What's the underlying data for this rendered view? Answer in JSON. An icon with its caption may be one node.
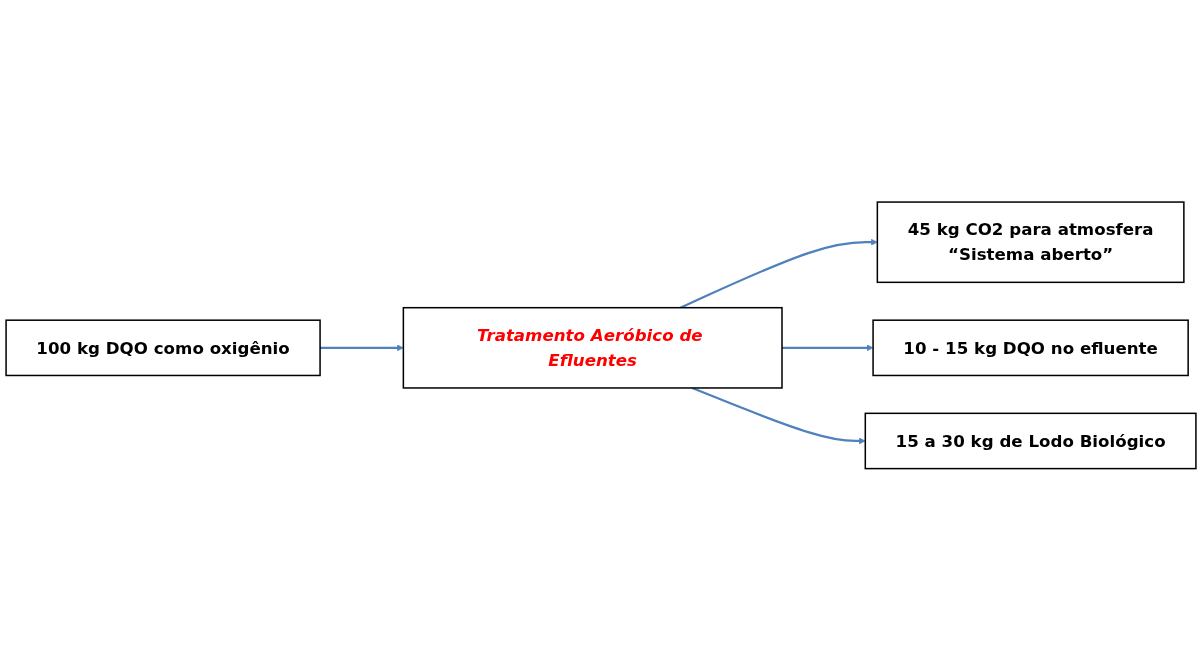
{
  "diagram": {
    "nodes": [
      {
        "text": [
          "100 kg DQO como oxigênio"
        ]
      },
      {
        "text": [
          "Tratamento Aeróbico de Efluentes"
        ]
      },
      {
        "text": [
          "45 kg CO2 para atmosfera",
          "“Sistema aberto”"
        ]
      },
      {
        "text": [
          "10 - 15 kg DQO no efluente"
        ]
      },
      {
        "text": [
          "15 a 30 kg de Lodo Biológico"
        ]
      }
    ],
    "edges": [
      {
        "from": 0,
        "to": 1,
        "arrow": "to"
      },
      {
        "from": 1,
        "to": 2,
        "arrow": "to"
      },
      {
        "from": 1,
        "to": 3,
        "arrow": "to"
      },
      {
        "from": 1,
        "to": 4,
        "arrow": "to"
      }
    ]
  }
}
